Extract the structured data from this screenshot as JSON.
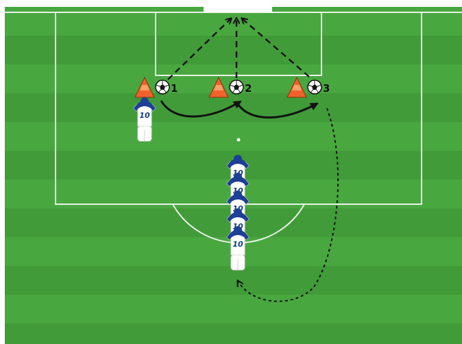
{
  "pitch": {
    "grass_color": "#45a13d",
    "stripe_light": "#4cac43",
    "stripe_dark": "#3f9837",
    "line_color": "#e8f3e6"
  },
  "stations": [
    {
      "number": "1",
      "cone_color": "#f0622a",
      "ball": "soccer-ball"
    },
    {
      "number": "2",
      "cone_color": "#f0622a",
      "ball": "soccer-ball"
    },
    {
      "number": "3",
      "cone_color": "#f0622a",
      "ball": "soccer-ball"
    }
  ],
  "players": {
    "shirt_number": "10",
    "shirt_color": "#1d3f95",
    "shorts_color": "#ffffff",
    "active_player_count": 1,
    "queue_count": 5
  },
  "arrows": {
    "shot_style": "dashed",
    "dribble_style": "solid-curved",
    "return_style": "dotted-curved",
    "color": "#111111"
  }
}
